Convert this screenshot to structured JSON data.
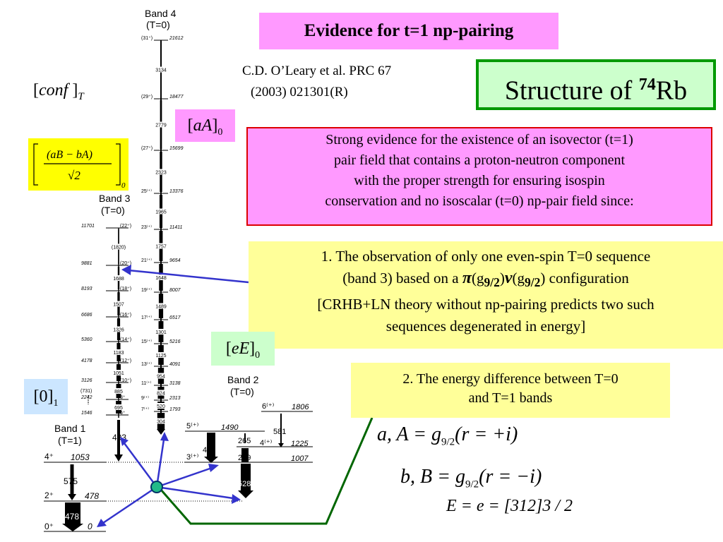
{
  "title": "Evidence for t=1 np-pairing",
  "reference": {
    "line1": "C.D. O’Leary et al. PRC 67",
    "line2": "(2003) 021301(R)"
  },
  "structure": {
    "prefix": "Structure of ",
    "mass": "74",
    "element": "Rb"
  },
  "evidence": {
    "l1": "Strong evidence for the existence of an isovector (t=1)",
    "l2": "pair field  that  contains a proton-neutron component",
    "l3": "with the proper strength for ensuring isospin",
    "l4": "conservation and no isoscalar (t=0) np-pair field since:"
  },
  "point1": {
    "l1": "1. The observation of only one even-spin T=0 sequence",
    "l2a": "(band 3) based on a ",
    "pi": "π",
    "g1": "(g",
    "g1sub": "9/2",
    "g1close": ")",
    "nu": "ν",
    "g2": "(g",
    "g2sub": "9/2",
    "g2close": ")",
    "l2b": " configuration",
    "l3": "[CRHB+LN theory without np-pairing predicts two such",
    "l4": "sequences degenerated in energy]"
  },
  "point2": {
    "l1": "2. The energy difference between T=0",
    "l2": "and T=1 bands"
  },
  "labels": {
    "conf": {
      "open": "[",
      "body": "conf",
      "close": " ]",
      "sub": "T"
    },
    "aa": {
      "open": "[",
      "body": "aA",
      "close": "]",
      "sub": "0"
    },
    "ee": {
      "open": "[",
      "body": "eE",
      "close": "]",
      "sub": "0"
    },
    "zero": {
      "open": "[",
      "body": "0",
      "close": "]",
      "sub": "1"
    },
    "frac": {
      "num": "(aB − bA)",
      "den": "√2",
      "sub": "0"
    }
  },
  "formulas": {
    "f1": {
      "lhs": "a, A = g",
      "sub": "9/2",
      "rhs": "(r = +i)"
    },
    "f2": {
      "lhs": "b, B = g",
      "sub": "9/2",
      "rhs": "(r = −i)"
    },
    "f3": {
      "text": "E = e = [312]3 / 2"
    }
  },
  "diagram": {
    "band4": {
      "name": "Band 4",
      "iso": "(T=0)"
    },
    "band3": {
      "name": "Band 3",
      "iso": "(T=0)"
    },
    "band2": {
      "name": "Band 2",
      "iso": "(T=0)"
    },
    "band1": {
      "name": "Band 1",
      "iso": "(T=1)"
    },
    "b4_levels": [
      {
        "spin": "(31⁺)",
        "energy": "21612"
      },
      {
        "spin": "(29⁺)",
        "energy": "18477"
      },
      {
        "spin": "(27⁺)",
        "energy": "15699"
      },
      {
        "spin": "25⁽⁺⁾",
        "energy": "13376"
      },
      {
        "spin": "23⁽⁺⁾",
        "energy": "11411"
      },
      {
        "spin": "21⁽⁺⁾",
        "energy": "9654"
      },
      {
        "spin": "19⁽⁺⁾",
        "energy": "8007"
      },
      {
        "spin": "17⁽⁺⁾",
        "energy": "6517"
      },
      {
        "spin": "15⁽⁺⁾",
        "energy": "5216"
      },
      {
        "spin": "13⁽⁺⁾",
        "energy": "4091"
      },
      {
        "spin": "11⁽⁺⁾",
        "energy": "3138"
      },
      {
        "spin": "9⁽⁺⁾",
        "energy": "2313"
      },
      {
        "spin": "7⁽⁺⁾",
        "energy": "1793"
      }
    ],
    "b4_transitions": [
      "3134",
      "2779",
      "2323",
      "1965",
      "1757",
      "1648",
      "1489",
      "1301",
      "1125",
      "954",
      "824",
      "520",
      "304"
    ],
    "b3_levels": [
      {
        "energy": "11701",
        "spin": "(22⁺)"
      },
      {
        "energy": "9881",
        "spin": "(20⁺)"
      },
      {
        "energy": "8193",
        "spin": "(18⁺)"
      },
      {
        "energy": "6686",
        "spin": "(16⁺)"
      },
      {
        "energy": "5360",
        "spin": "(14⁺)"
      },
      {
        "energy": "4178",
        "spin": "(12⁺)"
      },
      {
        "energy": "3126",
        "spin": "(10⁺)"
      },
      {
        "energy": "2242",
        "spin": "8⁺"
      },
      {
        "energy": "1546",
        "spin": "6⁺"
      }
    ],
    "b3_transitions": [
      "(1820)",
      "1688",
      "1507",
      "1326",
      "1183",
      "1051",
      "885",
      "695"
    ],
    "b3_extra": "(731)",
    "b3_bottom": "493",
    "b2_levels": [
      {
        "spin": "6⁽⁺⁾",
        "energy": "1806"
      },
      {
        "spin": "5⁽⁺⁾",
        "energy": "1490"
      },
      {
        "spin": "4⁽⁺⁾",
        "energy": "1225"
      },
      {
        "spin": "3⁽⁺⁾",
        "energy": "1007"
      }
    ],
    "b2_transitions": [
      "581",
      "265",
      "483",
      "219",
      "528"
    ],
    "b1_levels": [
      {
        "spin": "4⁺",
        "energy": "1053"
      },
      {
        "spin": "2⁺",
        "energy": "478"
      },
      {
        "spin": "0⁺",
        "energy": "0"
      }
    ],
    "b1_transitions": [
      "575",
      "478"
    ]
  },
  "colors": {
    "pink": "#ff99ff",
    "yellow": "#ffff99",
    "green": "#ccffcc",
    "arrow": "#3333cc",
    "line": "#006600",
    "node": "#22bb88"
  }
}
